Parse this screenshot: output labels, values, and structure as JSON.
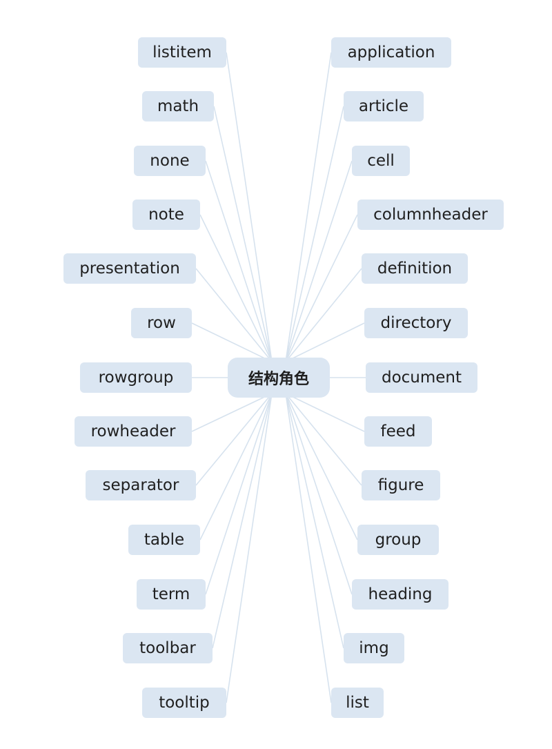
{
  "colors": {
    "node_fill": "#dbe6f2",
    "link": "#d6e2ee",
    "text": "#1f1f1f",
    "background": "#ffffff"
  },
  "center": {
    "label": "结构角色"
  },
  "left_nodes": [
    {
      "label": "listitem"
    },
    {
      "label": "math"
    },
    {
      "label": "none"
    },
    {
      "label": "note"
    },
    {
      "label": "presentation"
    },
    {
      "label": "row"
    },
    {
      "label": "rowgroup"
    },
    {
      "label": "rowheader"
    },
    {
      "label": "separator"
    },
    {
      "label": "table"
    },
    {
      "label": "term"
    },
    {
      "label": "toolbar"
    },
    {
      "label": "tooltip"
    }
  ],
  "right_nodes": [
    {
      "label": "application"
    },
    {
      "label": "article"
    },
    {
      "label": "cell"
    },
    {
      "label": "columnheader"
    },
    {
      "label": "definition"
    },
    {
      "label": "directory"
    },
    {
      "label": "document"
    },
    {
      "label": "feed"
    },
    {
      "label": "figure"
    },
    {
      "label": "group"
    },
    {
      "label": "heading"
    },
    {
      "label": "img"
    },
    {
      "label": "list"
    }
  ]
}
